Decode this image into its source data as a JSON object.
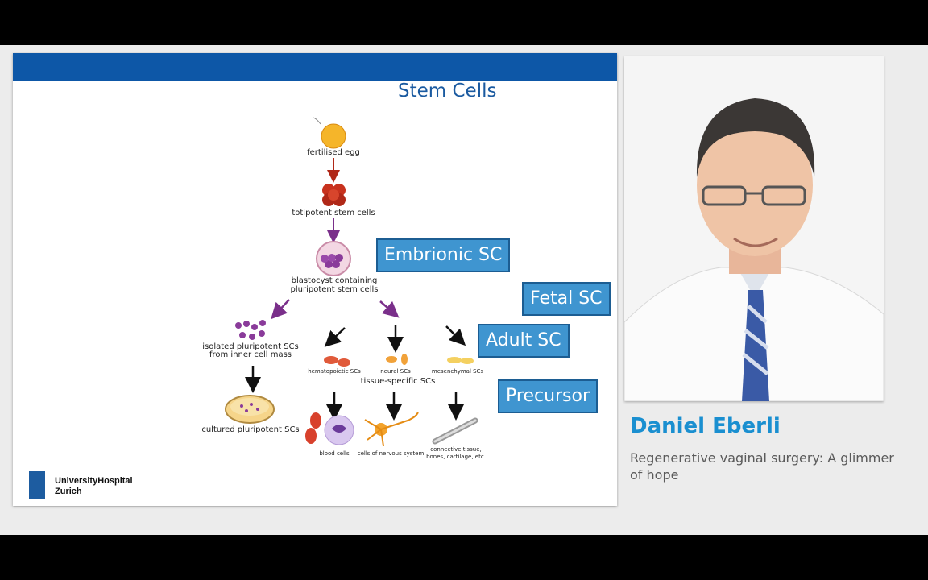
{
  "slide": {
    "title": "Stem Cells",
    "diagram": {
      "fertilised_egg": "fertilised egg",
      "totipotent": "totipotent stem cells",
      "blastocyst_1": "blastocyst containing",
      "blastocyst_2": "pluripotent stem cells",
      "isolated_1": "isolated pluripotent SCs",
      "isolated_2": "from inner cell mass",
      "cultured": "cultured pluripotent SCs",
      "hematopoietic": "hematopoietic SCs",
      "neural": "neural SCs",
      "mesenchymal": "mesenchymal SCs",
      "tissue_specific": "tissue-specific SCs",
      "blood": "blood cells",
      "nervous": "cells of nervous system",
      "connective_1": "connective tissue,",
      "connective_2": "bones, cartilage, etc."
    },
    "boxes": {
      "embryonic": "Embrionic SC",
      "fetal": "Fetal SC",
      "adult": "Adult SC",
      "precursor": "Precursor"
    },
    "logo": {
      "line1": "UniversityHospital",
      "line2": "Zurich"
    }
  },
  "speaker": {
    "name": "Daniel Eberli",
    "talk_title": "Regenerative vaginal surgery: A glimmer of hope"
  },
  "colors": {
    "bar": "#0d57a7",
    "box": "#3f95d0",
    "name": "#1a8fd0"
  }
}
